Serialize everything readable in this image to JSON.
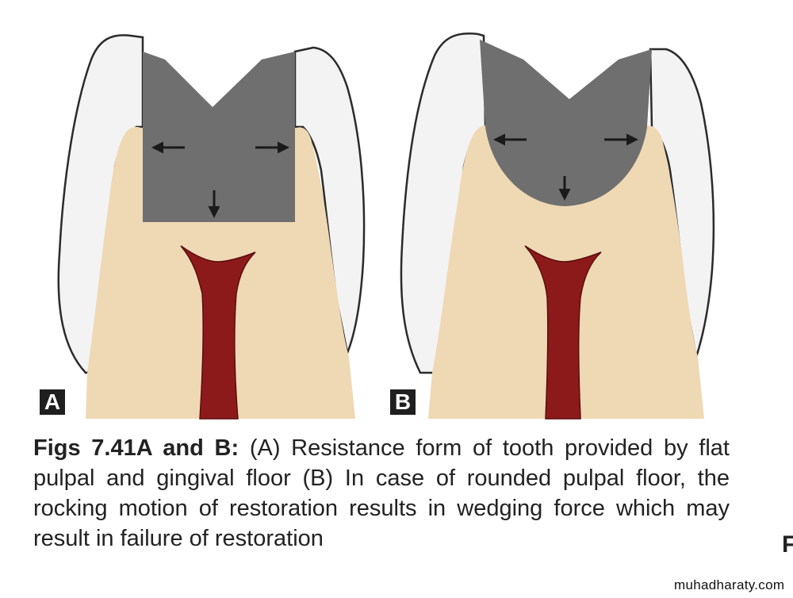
{
  "figure": {
    "panel_a_label": "A",
    "panel_b_label": "B",
    "colors": {
      "enamel": "#f3f3f3",
      "enamel_outline": "#2b2b2b",
      "dentin": "#efd8b4",
      "restoration": "#6f6f6f",
      "pulp": "#8d1a1a",
      "arrow": "#1a1a1a"
    }
  },
  "caption": {
    "bold": "Figs 7.41A and B:",
    "text": " (A) Resistance form of tooth provided by flat pulpal and gingival floor (B) In case of rounded pulpal floor, the rocking motion of restoration results in wedging force which may result in failure of restoration"
  },
  "edge_letter": "F",
  "watermark": "muhadharaty.com"
}
